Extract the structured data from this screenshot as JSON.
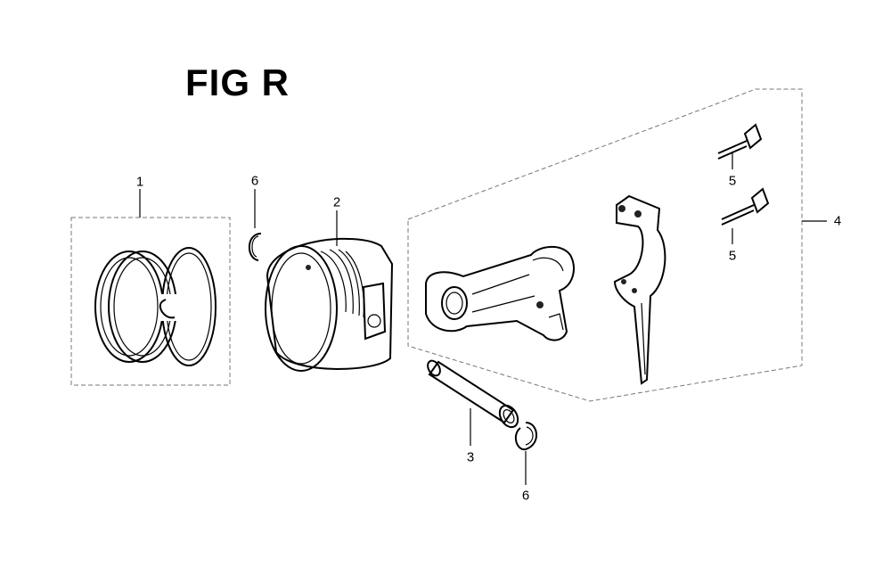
{
  "figure": {
    "title": "FIG R"
  },
  "callouts": [
    {
      "id": "c1",
      "number": "1"
    },
    {
      "id": "c2",
      "number": "2"
    },
    {
      "id": "c3",
      "number": "3"
    },
    {
      "id": "c4",
      "number": "4"
    },
    {
      "id": "c5a",
      "number": "5"
    },
    {
      "id": "c5b",
      "number": "5"
    },
    {
      "id": "c6a",
      "number": "6"
    },
    {
      "id": "c6b",
      "number": "6"
    }
  ]
}
